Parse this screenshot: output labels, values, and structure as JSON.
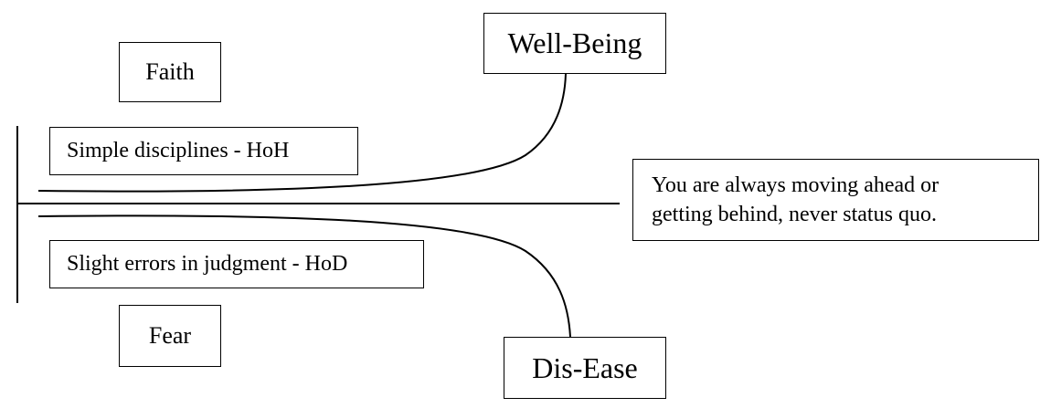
{
  "boxes": {
    "faith": "Faith",
    "fear": "Fear",
    "well_being": "Well-Being",
    "dis_ease": "Dis-Ease",
    "hoh": "Simple disciplines - HoH",
    "hod": "Slight errors in judgment - HoD",
    "note": {
      "line1": "You are always moving ahead or",
      "line2": "getting behind, never status quo."
    }
  }
}
